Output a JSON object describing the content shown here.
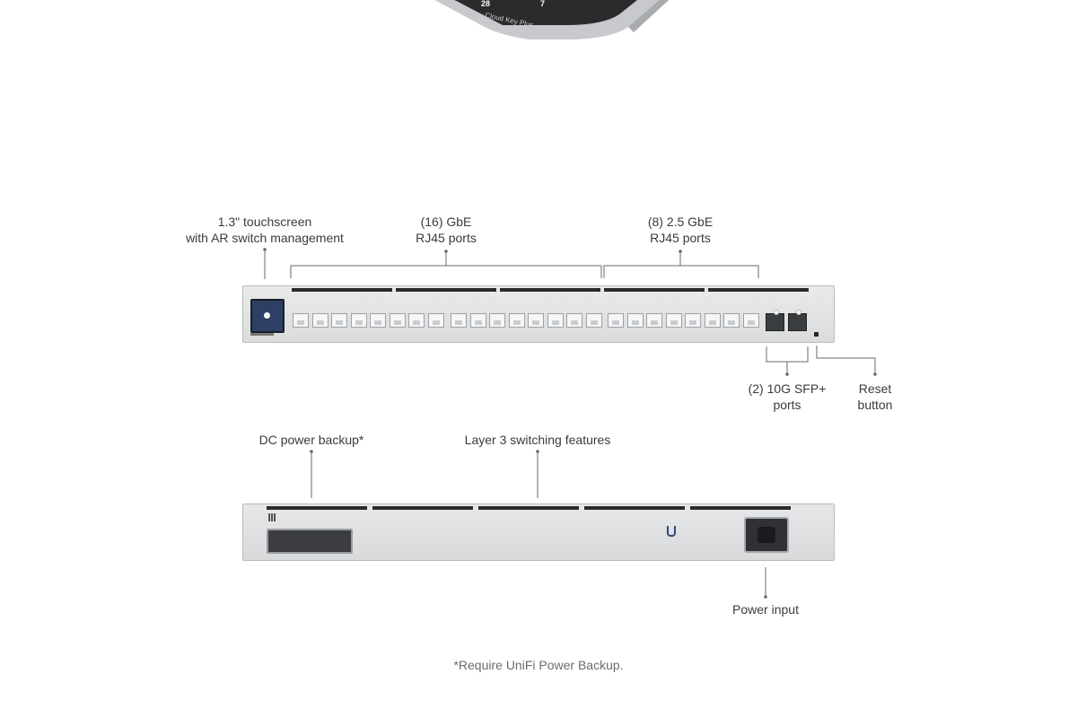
{
  "cloudkey": {
    "label": "Cloud Key Plus",
    "stat_a": "28",
    "stat_b": "7"
  },
  "callouts": {
    "touchscreen": [
      "1.3\" touchscreen",
      "with AR switch management"
    ],
    "gbe_ports": [
      "(16) GbE",
      "RJ45 ports"
    ],
    "gbe25_ports": [
      "(8) 2.5 GbE",
      "RJ45 ports"
    ],
    "sfp_ports": [
      "(2) 10G SFP+",
      "ports"
    ],
    "reset": [
      "Reset",
      "button"
    ],
    "dc_power": "DC power backup*",
    "layer3": "Layer 3 switching features",
    "power_input": "Power input"
  },
  "footnote": "*Require UniFi Power Backup.",
  "front_panel": {
    "gbe_port_count": 16,
    "gbe25_port_count": 8,
    "sfp_count": 2
  },
  "colors": {
    "chassis": "#dcdee0",
    "screen": "#2d3f63",
    "line": "#555555"
  }
}
